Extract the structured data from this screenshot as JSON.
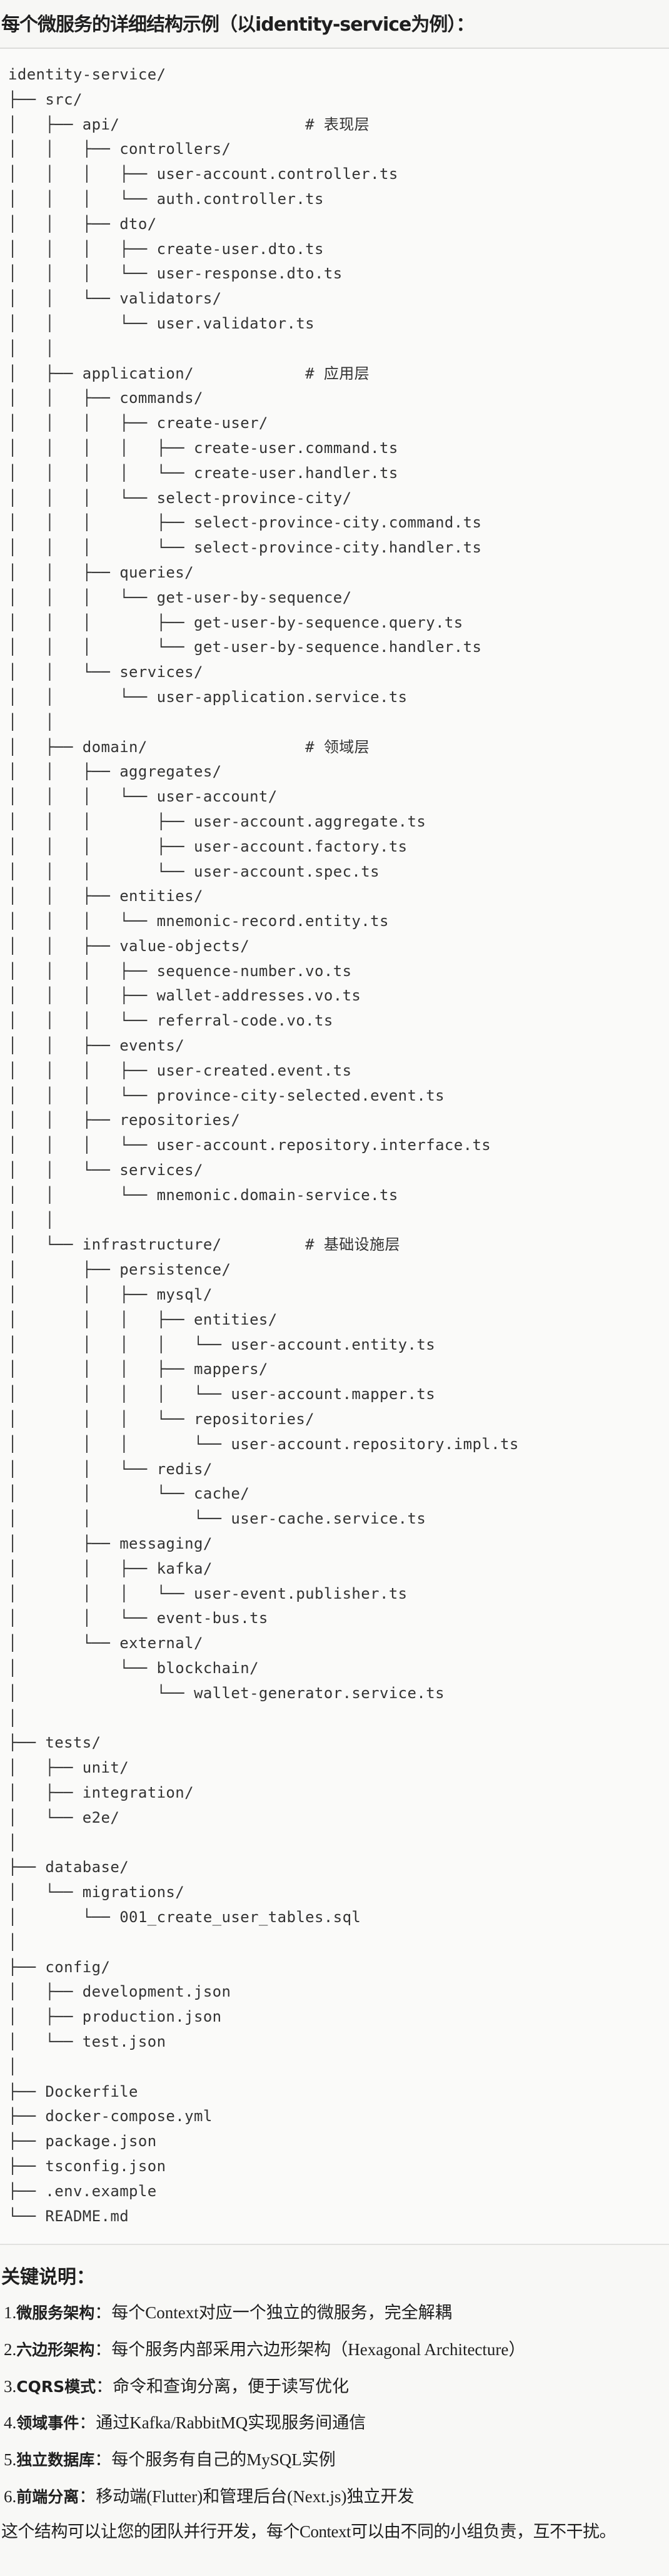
{
  "title": "每个微服务的详细结构示例（以identity-service为例）：",
  "tree": [
    "identity-service/",
    "├── src/",
    "│   ├── api/                    # 表现层",
    "│   │   ├── controllers/",
    "│   │   │   ├── user-account.controller.ts",
    "│   │   │   └── auth.controller.ts",
    "│   │   ├── dto/",
    "│   │   │   ├── create-user.dto.ts",
    "│   │   │   └── user-response.dto.ts",
    "│   │   └── validators/",
    "│   │       └── user.validator.ts",
    "│   │",
    "│   ├── application/            # 应用层",
    "│   │   ├── commands/",
    "│   │   │   ├── create-user/",
    "│   │   │   │   ├── create-user.command.ts",
    "│   │   │   │   └── create-user.handler.ts",
    "│   │   │   └── select-province-city/",
    "│   │   │       ├── select-province-city.command.ts",
    "│   │   │       └── select-province-city.handler.ts",
    "│   │   ├── queries/",
    "│   │   │   └── get-user-by-sequence/",
    "│   │   │       ├── get-user-by-sequence.query.ts",
    "│   │   │       └── get-user-by-sequence.handler.ts",
    "│   │   └── services/",
    "│   │       └── user-application.service.ts",
    "│   │",
    "│   ├── domain/                 # 领域层",
    "│   │   ├── aggregates/",
    "│   │   │   └── user-account/",
    "│   │   │       ├── user-account.aggregate.ts",
    "│   │   │       ├── user-account.factory.ts",
    "│   │   │       └── user-account.spec.ts",
    "│   │   ├── entities/",
    "│   │   │   └── mnemonic-record.entity.ts",
    "│   │   ├── value-objects/",
    "│   │   │   ├── sequence-number.vo.ts",
    "│   │   │   ├── wallet-addresses.vo.ts",
    "│   │   │   └── referral-code.vo.ts",
    "│   │   ├── events/",
    "│   │   │   ├── user-created.event.ts",
    "│   │   │   └── province-city-selected.event.ts",
    "│   │   ├── repositories/",
    "│   │   │   └── user-account.repository.interface.ts",
    "│   │   └── services/",
    "│   │       └── mnemonic.domain-service.ts",
    "│   │",
    "│   └── infrastructure/         # 基础设施层",
    "│       ├── persistence/",
    "│       │   ├── mysql/",
    "│       │   │   ├── entities/",
    "│       │   │   │   └── user-account.entity.ts",
    "│       │   │   ├── mappers/",
    "│       │   │   │   └── user-account.mapper.ts",
    "│       │   │   └── repositories/",
    "│       │   │       └── user-account.repository.impl.ts",
    "│       │   └── redis/",
    "│       │       └── cache/",
    "│       │           └── user-cache.service.ts",
    "│       ├── messaging/",
    "│       │   ├── kafka/",
    "│       │   │   └── user-event.publisher.ts",
    "│       │   └── event-bus.ts",
    "│       └── external/",
    "│           └── blockchain/",
    "│               └── wallet-generator.service.ts",
    "│",
    "├── tests/",
    "│   ├── unit/",
    "│   ├── integration/",
    "│   └── e2e/",
    "│",
    "├── database/",
    "│   └── migrations/",
    "│       └── 001_create_user_tables.sql",
    "│",
    "├── config/",
    "│   ├── development.json",
    "│   ├── production.json",
    "│   └── test.json",
    "│",
    "├── Dockerfile",
    "├── docker-compose.yml",
    "├── package.json",
    "├── tsconfig.json",
    "├── .env.example",
    "└── README.md"
  ],
  "notes": {
    "heading": "关键说明：",
    "items": [
      {
        "num": "1.",
        "term": "微服务架构",
        "text": "：每个Context对应一个独立的微服务，完全解耦"
      },
      {
        "num": "2.",
        "term": "六边形架构",
        "text": "：每个服务内部采用六边形架构（Hexagonal Architecture）"
      },
      {
        "num": "3.",
        "term": "CQRS模式",
        "text": "：命令和查询分离，便于读写优化"
      },
      {
        "num": "4.",
        "term": "领域事件",
        "text": "：通过Kafka/RabbitMQ实现服务间通信"
      },
      {
        "num": "5.",
        "term": "独立数据库",
        "text": "：每个服务有自己的MySQL实例"
      },
      {
        "num": "6.",
        "term": "前端分离",
        "text": "：移动端(Flutter)和管理后台(Next.js)独立开发"
      }
    ],
    "summary": "这个结构可以让您的团队并行开发，每个Context可以由不同的小组负责，互不干扰。"
  }
}
